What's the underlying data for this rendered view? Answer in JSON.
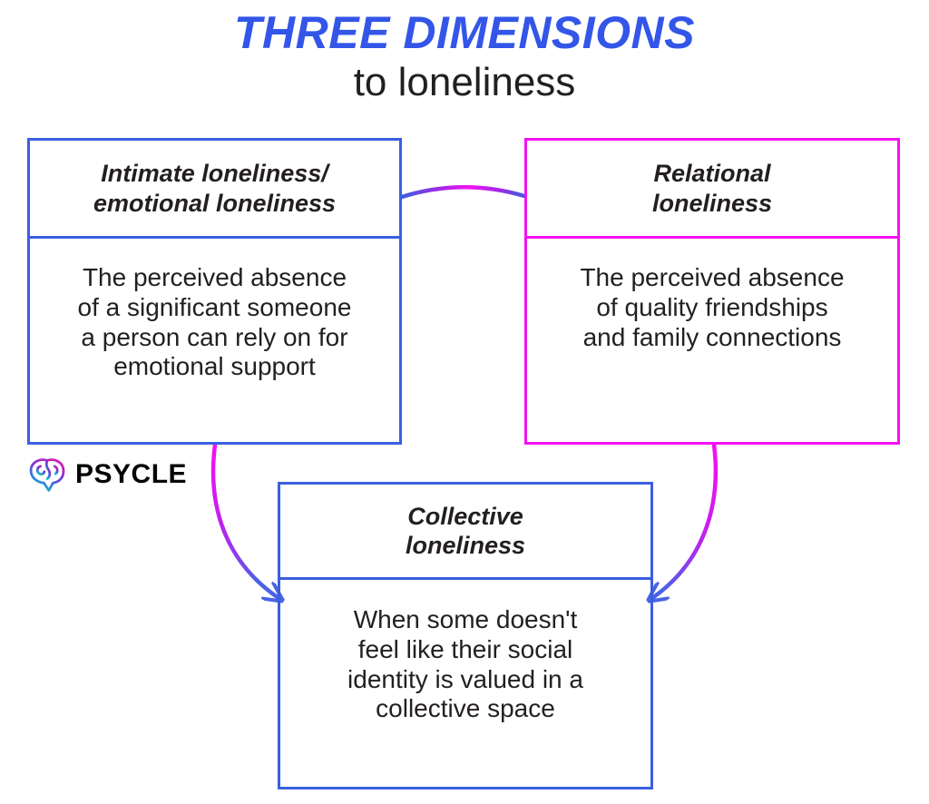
{
  "title": {
    "main": "THREE DIMENSIONS",
    "sub": "to loneliness",
    "main_color": "#3355e8",
    "sub_color": "#231f20"
  },
  "nodes": [
    {
      "id": "intimate",
      "header": "Intimate loneliness/\nemotional loneliness",
      "body": "The perceived absence\nof a significant someone\na person can rely on for\nemotional support",
      "accent": "#3a5fe0"
    },
    {
      "id": "relational",
      "header": "Relational\nloneliness",
      "body": "The perceived absence\nof quality friendships\nand family connections",
      "accent": "#f311f3"
    },
    {
      "id": "collective",
      "header": "Collective\nloneliness",
      "body": "When some doesn't\nfeel like their social\nidentity is valued in a\ncollective space",
      "accent": "#3a5fe0"
    }
  ],
  "connectors": [
    {
      "id": "intimate-to-relational",
      "from": "intimate",
      "to": "relational",
      "from_color": "#3a5fe0",
      "to_color": "#f311f3"
    },
    {
      "id": "intimate-to-collective",
      "from": "intimate",
      "to": "collective",
      "from_color": "#f311f3",
      "to_color": "#3a5fe0"
    },
    {
      "id": "relational-to-collective",
      "from": "relational",
      "to": "collective",
      "from_color": "#f311f3",
      "to_color": "#3a5fe0"
    }
  ],
  "logo": {
    "wordmark": "PSYCLE",
    "mark_name": "brain-icon",
    "gradient_start": "#d41fb0",
    "gradient_mid": "#6b3fd4",
    "gradient_end": "#19c6b6"
  }
}
